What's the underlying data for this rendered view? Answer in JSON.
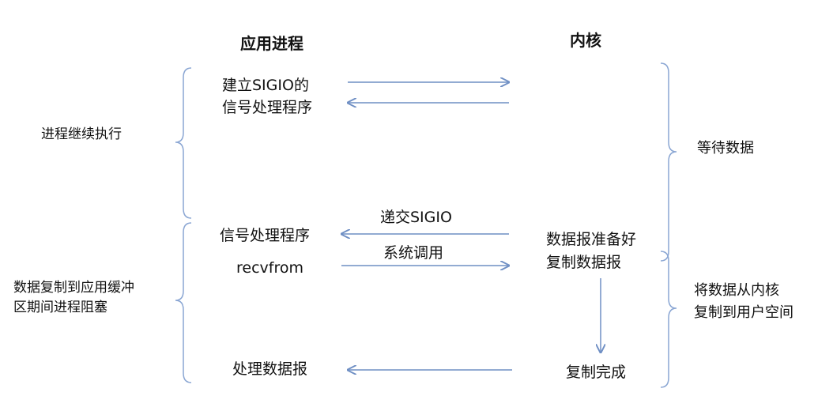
{
  "headers": {
    "app_process": "应用进程",
    "kernel": "内核"
  },
  "left": {
    "continue": "进程继续执行",
    "blocked_line1": "数据复制到应用缓冲",
    "blocked_line2": "区期间进程阻塞"
  },
  "app": {
    "setup_line1": "建立SIGIO的",
    "setup_line2": "信号处理程序",
    "handler": "信号处理程序",
    "recvfrom": "recvfrom",
    "process": "处理数据报"
  },
  "arrows": {
    "deliver": "递交SIGIO",
    "syscall": "系统调用"
  },
  "kernel": {
    "ready": "数据报准备好",
    "copy": "复制数据报",
    "done": "复制完成"
  },
  "right": {
    "wait": "等待数据",
    "copy_line1": "将数据从内核",
    "copy_line2": "复制到用户空间"
  },
  "colors": {
    "arrow": "#6f8fc4",
    "brace": "#8aa6d3",
    "text": "#111111"
  }
}
